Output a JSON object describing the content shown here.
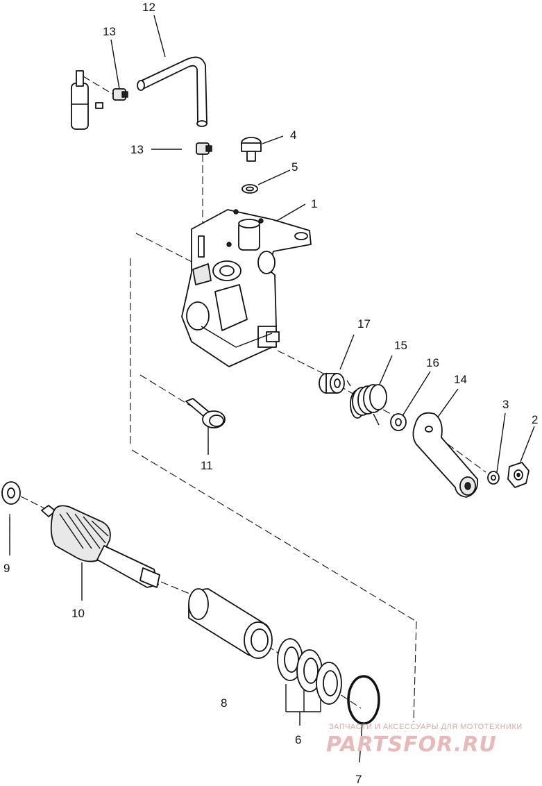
{
  "diagram": {
    "callouts": [
      {
        "id": "12",
        "label": "12"
      },
      {
        "id": "13a",
        "label": "13"
      },
      {
        "id": "13b",
        "label": "13"
      },
      {
        "id": "4",
        "label": "4"
      },
      {
        "id": "5",
        "label": "5"
      },
      {
        "id": "1",
        "label": "1"
      },
      {
        "id": "17",
        "label": "17"
      },
      {
        "id": "15",
        "label": "15"
      },
      {
        "id": "16",
        "label": "16"
      },
      {
        "id": "14",
        "label": "14"
      },
      {
        "id": "3",
        "label": "3"
      },
      {
        "id": "2",
        "label": "2"
      },
      {
        "id": "11",
        "label": "11"
      },
      {
        "id": "9",
        "label": "9"
      },
      {
        "id": "10",
        "label": "10"
      },
      {
        "id": "8",
        "label": "8"
      },
      {
        "id": "6",
        "label": "6"
      },
      {
        "id": "7",
        "label": "7"
      }
    ]
  },
  "watermark": {
    "tagline": "ЗАПЧАСТИ И АКСЕССУАРЫ ДЛЯ МОТОТЕХНИКИ",
    "brand": "PARTSFOR.RU",
    "color": "#e8b9b9"
  }
}
